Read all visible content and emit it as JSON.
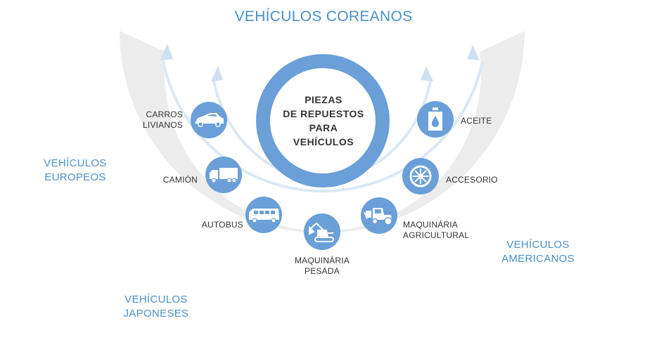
{
  "title": "VEHÍCULOS COREANOS",
  "center": {
    "text": "PIEZAS\nDE REPUESTOS\nPARA\nVEHÍCULOS"
  },
  "regions": {
    "european": "VEHÍCULOS\nEUROPEOS",
    "japanese": "VEHÍCULOS\nJAPONESES",
    "american": "VEHÍCULOS\nAMERICANOS"
  },
  "items": {
    "light_cars": "CARROS\nLIVIANOS",
    "truck": "CAMIÓN",
    "bus": "AUTOBUS",
    "heavy_machinery": "MAQUINÁRIA\nPESADA",
    "agri_machinery": "MAQUINÁRIA\nAGRICULTURAL",
    "accessory": "ACCESORIO",
    "oil": "ACEITE"
  },
  "colors": {
    "accent": "#4a90c8",
    "circle": "#6a9fd8",
    "outer_arc": "#ececec",
    "inner_arc": "#dde9f6",
    "text": "#333333"
  }
}
